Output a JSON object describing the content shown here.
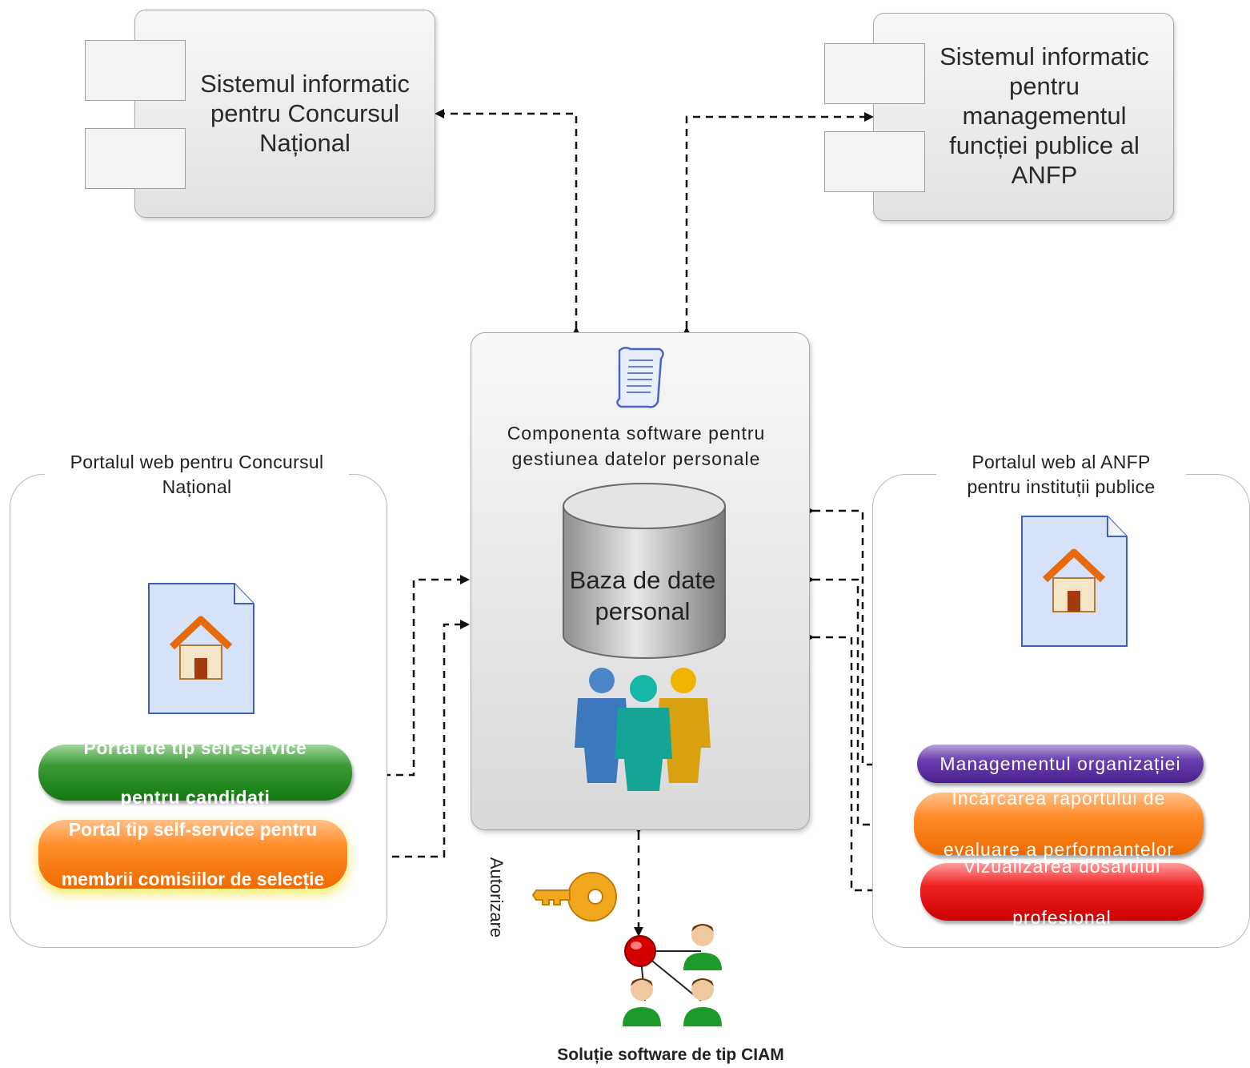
{
  "systems": {
    "left": {
      "title_lines": [
        "Sistemul informatic",
        "pentru Concursul",
        "Național"
      ]
    },
    "right": {
      "title_lines": [
        "Sistemul informatic",
        "pentru",
        "managementul",
        "funcției publice al",
        "ANFP"
      ]
    }
  },
  "central": {
    "title_lines": [
      "Componenta software pentru",
      "gestiunea datelor personale"
    ],
    "database_lines": [
      "Baza de date",
      "personal"
    ]
  },
  "portal_left": {
    "title_lines": [
      "Portalul web pentru Concursul",
      "Național"
    ],
    "buttons": [
      {
        "lines": [
          "Portal de tip self-service",
          "pentru candidați"
        ],
        "color": "#1f8a1a"
      },
      {
        "lines": [
          "Portal tip self-service pentru",
          "membrii comisiilor de selecție"
        ],
        "color": "#ff7f1a"
      }
    ]
  },
  "portal_right": {
    "title_lines": [
      "Portalul web al ANFP",
      "pentru instituții publice"
    ],
    "buttons": [
      {
        "lines": [
          "Managementul organizației"
        ],
        "color": "#5a2fa0"
      },
      {
        "lines": [
          "Încărcarea raportului de",
          "evaluare a performanțelor"
        ],
        "color": "#ff7f1a"
      },
      {
        "lines": [
          "Vizualizarea dosarului",
          "profesional"
        ],
        "color": "#e01010"
      }
    ]
  },
  "authorization_label": "Autorizare",
  "ciam_label": "Soluție software de tip CIAM",
  "icons": [
    "document-scroll-icon",
    "database-icon",
    "users-group-icon",
    "home-page-icon",
    "key-icon",
    "network-users-icon"
  ]
}
